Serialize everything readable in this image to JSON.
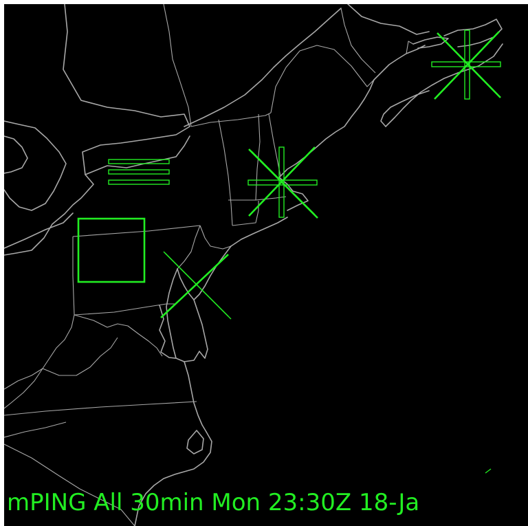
{
  "caption": "mPING All 30min  Mon 23:30Z 18-Ja",
  "colors": {
    "background": "#000000",
    "map_lines": "#a8a8a8",
    "symbols": "#22ee22"
  },
  "symbol_types": [
    "snow-asterisk",
    "fog-bars",
    "square",
    "freezing-slash"
  ]
}
